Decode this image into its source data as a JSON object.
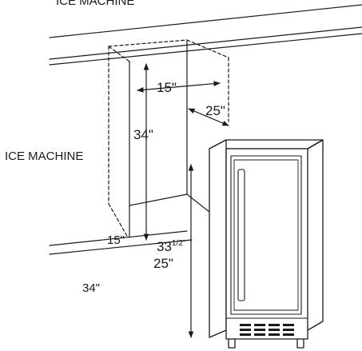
{
  "labels": {
    "top_title": "ICE MACHINE",
    "side_title": "ICE MACHINE",
    "width_dim": "15\"",
    "depth_dim": "25\"",
    "height_dim": "34\"",
    "base_width": "15\"",
    "unit_height_main": "33",
    "unit_height_frac": "1/2\"",
    "unit_depth": "25\"",
    "extra_height": "34\""
  },
  "colors": {
    "line": "#1a1a1a",
    "text": "#1a1a1a"
  },
  "icons": {
    "arrow": "arrowhead-icon"
  }
}
